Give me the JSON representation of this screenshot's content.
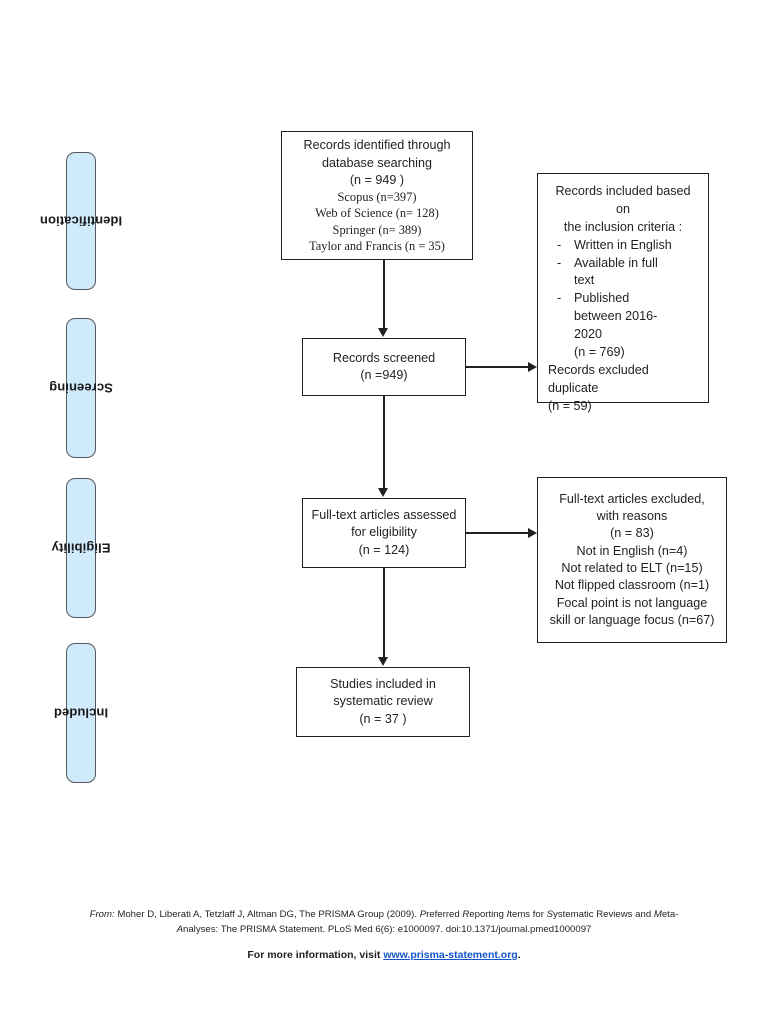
{
  "document": {
    "title": "PRISMA Flow Diagram"
  },
  "stages": [
    {
      "label": "Identification"
    },
    {
      "label": "Screening"
    },
    {
      "label": "Eligibility"
    },
    {
      "label": "Included"
    }
  ],
  "boxes": {
    "identified": {
      "lines": [
        "Records identified through",
        "database searching",
        "(n =  949 )"
      ],
      "sources": [
        "Scopus (n=397)",
        "Web of Science (n= 128)",
        "Springer (n= 389)",
        "Taylor and Francis (n = 35)"
      ]
    },
    "screened": {
      "lines": [
        "Records screened",
        "(n =949)"
      ]
    },
    "fulltext_assessed": {
      "lines": [
        "Full-text articles assessed",
        "for eligibility",
        "(n = 124)"
      ]
    },
    "included_review": {
      "lines": [
        "Studies included in",
        "systematic review",
        "(n =  37 )"
      ]
    },
    "inclusion_criteria": {
      "heading": [
        "Records included based on",
        "the inclusion criteria :"
      ],
      "bullet_marker": "-",
      "bullets": [
        {
          "lines": [
            "Written in English"
          ]
        },
        {
          "lines": [
            "Available in full",
            "text"
          ]
        },
        {
          "lines": [
            "Published",
            "between 2016-",
            "2020"
          ]
        }
      ],
      "criteria_count": "(n = 769)",
      "excluded_lines": [
        "Records excluded",
        "duplicate",
        "(n = 59)"
      ]
    },
    "fulltext_excluded": {
      "lines": [
        "Full-text articles excluded,",
        "with reasons",
        "(n =  83)",
        "Not in English (n=4)",
        "Not related to ELT (n=15)",
        "Not flipped classroom (n=1)",
        "Focal point is not language",
        "skill or language focus (n=67)"
      ]
    }
  },
  "footer": {
    "citation_prefix": "From:",
    "citation_part1": "  Moher D, Liberati A, Tetzlaff J, Altman DG, The PRISMA Group (2009). ",
    "citation_italic1": "P",
    "citation_part2": "referred ",
    "citation_italic2": "R",
    "citation_part3": "eporting ",
    "citation_italic3": "I",
    "citation_part4": "tems for ",
    "citation_italic4": "S",
    "citation_part5": "ystematic Reviews and ",
    "citation_italic5": "M",
    "citation_part6": "eta-",
    "citation_line2_italic": "A",
    "citation_line2": "nalyses: The PRISMA Statement. PLoS Med 6(6): e1000097. doi:10.1371/journal.pmed1000097",
    "more_info_text": "For more information, visit ",
    "more_info_url": "www.prisma-statement.org",
    "more_info_suffix": "."
  },
  "colors": {
    "stage_fill": "#cfeafb",
    "stage_border": "#54585c",
    "box_border": "#231f20",
    "link": "#1155cc"
  }
}
